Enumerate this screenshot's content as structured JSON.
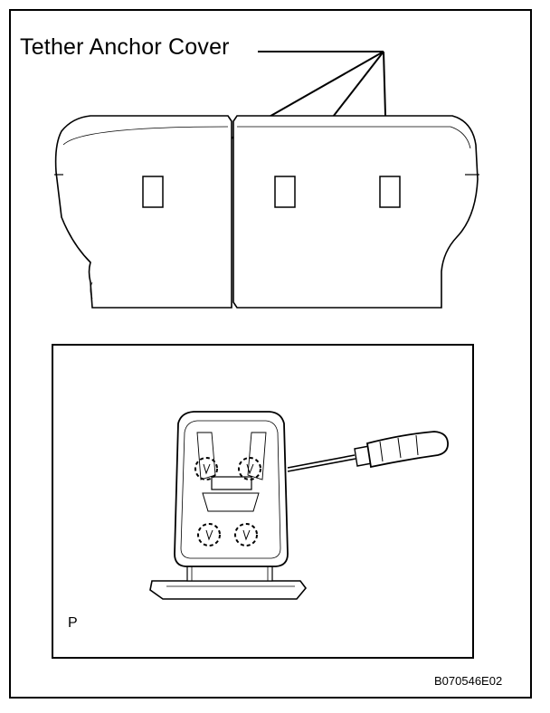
{
  "diagram": {
    "callout_label": "Tether Anchor Cover",
    "view_tag": "P",
    "figure_id": "B070546E02"
  },
  "colors": {
    "line": "#000000",
    "background": "#ffffff"
  }
}
